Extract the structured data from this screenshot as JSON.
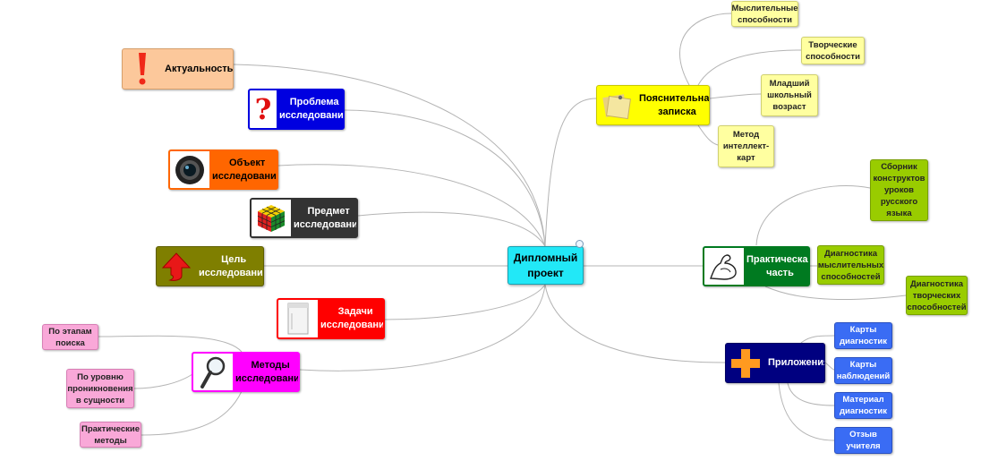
{
  "root": {
    "label": "Дипломный\nпроект"
  },
  "left": {
    "relevance": {
      "label": "Актуальность",
      "icon": "exclamation-icon"
    },
    "problem": {
      "label": "Проблема\nисследования",
      "icon": "question-mark-icon"
    },
    "object": {
      "label": "Объект\nисследования",
      "icon": "lens-icon"
    },
    "subject": {
      "label": "Предмет\nисследования",
      "icon": "rubiks-cube-icon"
    },
    "goal": {
      "label": "Цель\nисследования",
      "icon": "up-arrow-icon"
    },
    "tasks": {
      "label": "Задачи\nисследования",
      "icon": "blank-sheet-icon"
    },
    "methods": {
      "label": "Методы\nисследования",
      "icon": "magnifier-icon",
      "children": [
        "По этапам\nпоиска",
        "По уровню\nпроникновения\nв сущности",
        "Практические\nметоды"
      ]
    }
  },
  "right": {
    "note": {
      "label": "Пояснительная\nзаписка",
      "icon": "sticky-notes-icon",
      "children": [
        "Мыслительные\nспособности",
        "Творческие\nспособности",
        "Младший\nшкольный\nвозраст",
        "Метод\nинтеллект-\nкарт"
      ]
    },
    "practice": {
      "label": "Практическая\nчасть",
      "icon": "flexed-arm-icon",
      "children": [
        "Сборник\nконструктов\nуроков\nрусского\nязыка",
        "Диагностика\nмыслительных\nспособностей",
        "Диагностика\nтворческих\nспособностей"
      ]
    },
    "appendix": {
      "label": "Приложения",
      "icon": "plus-icon",
      "children": [
        "Карты\nдиагностик",
        "Карты\nнаблюдений",
        "Материал\nдиагностик",
        "Отзыв\nучителя"
      ]
    }
  },
  "colors": {
    "root": "#22e8f7",
    "relevance": "#fcc89b",
    "problem": "#0000e0",
    "object": "#ff6600",
    "subject": "#333333",
    "goal": "#7f7f00",
    "tasks": "#ff0000",
    "methods": "#ff00ff",
    "methods_leaf": "#f9a8d8",
    "note": "#ffff00",
    "note_leaf": "#ffffa0",
    "practice": "#007a20",
    "practice_leaf": "#99cc00",
    "appendix": "#000080",
    "appendix_leaf": "#3a6cf4",
    "link": "#b4b4b4"
  }
}
